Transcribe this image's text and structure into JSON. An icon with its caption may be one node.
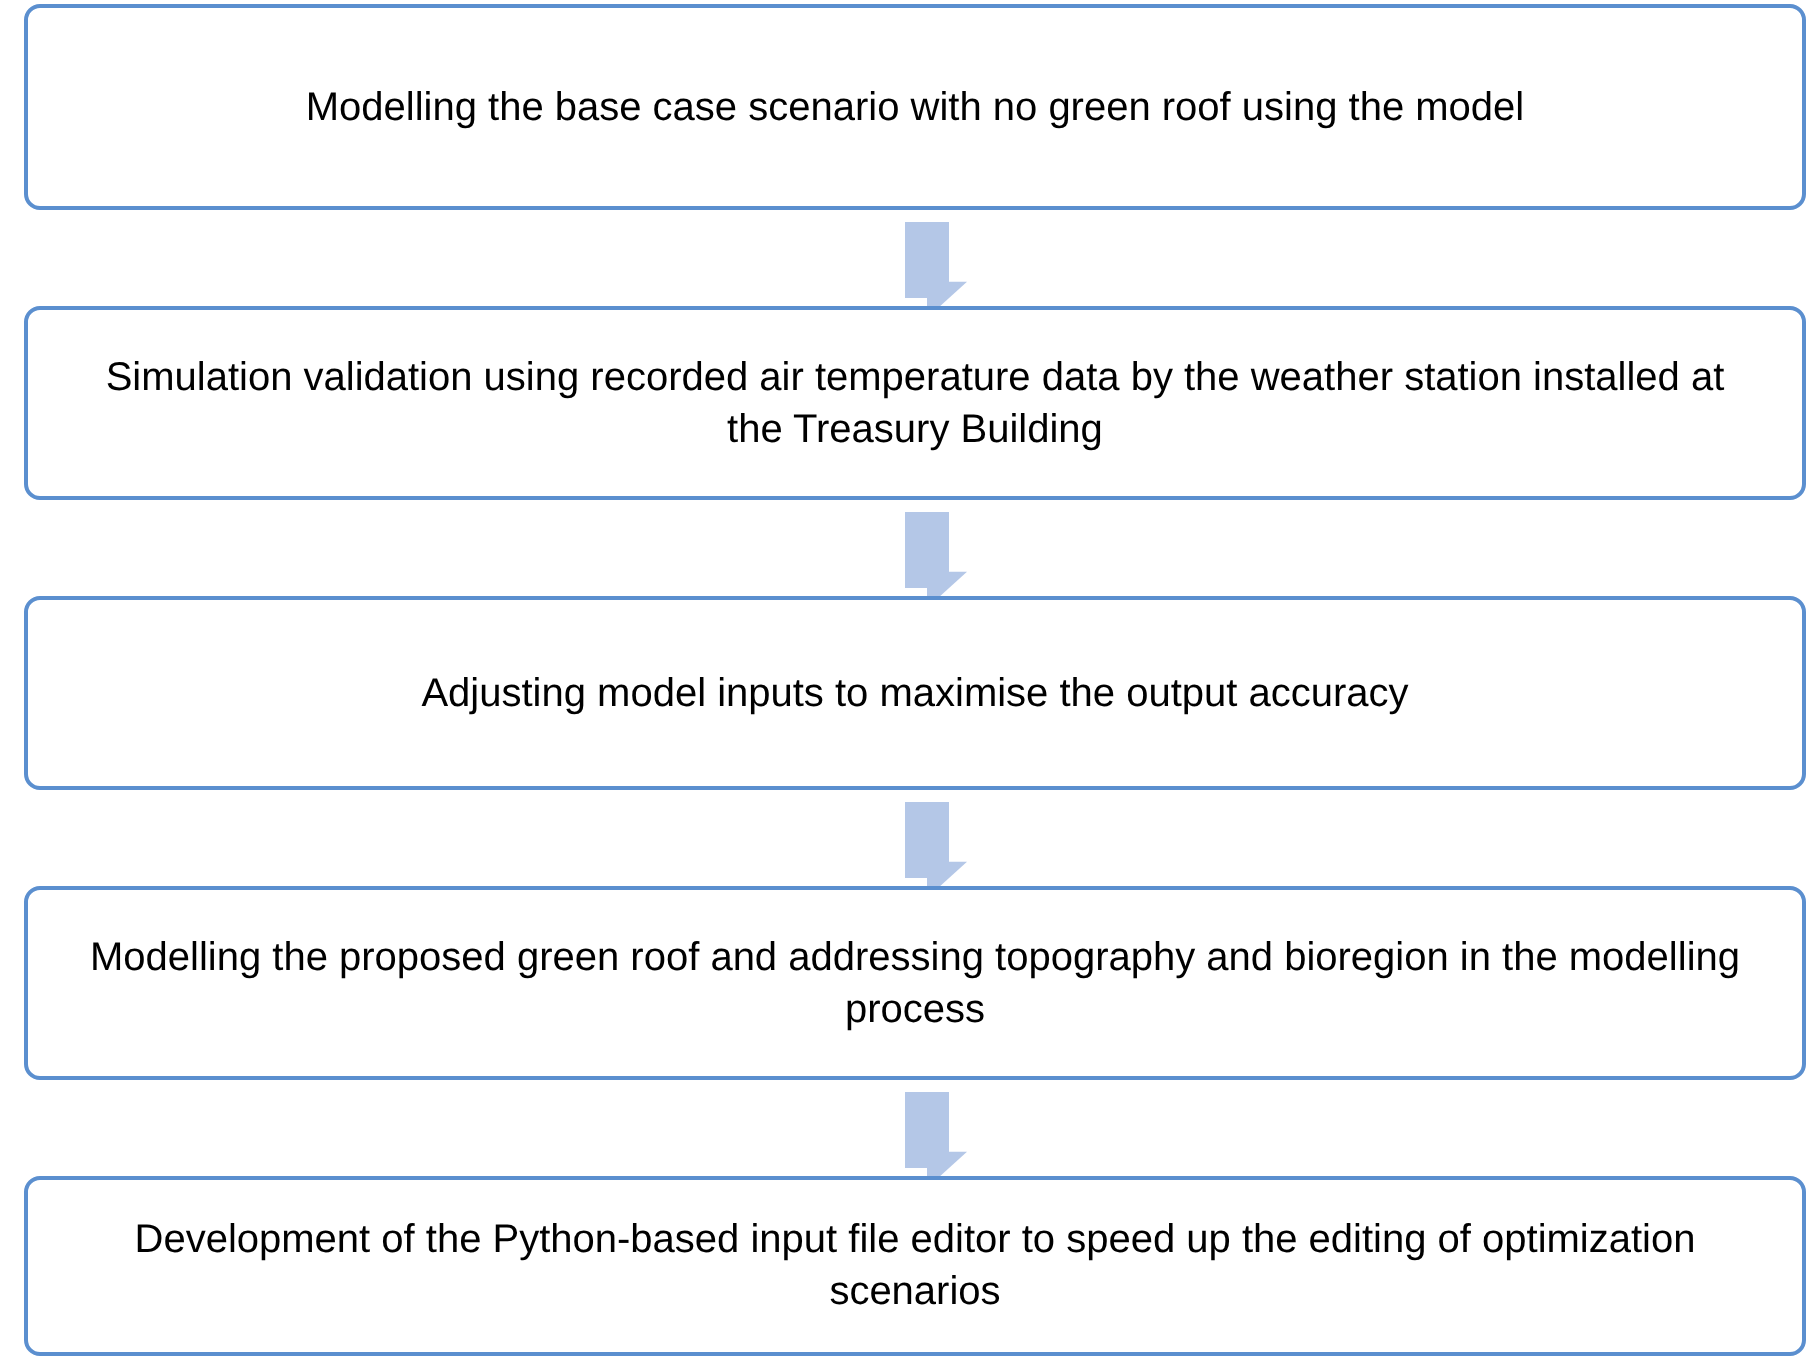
{
  "diagram": {
    "nodes": [
      {
        "text": [
          "Modelling the base case scenario with no green roof using the model"
        ]
      },
      {
        "text": [
          "Simulation validation using recorded air temperature data by the weather station installed at the Treasury Building"
        ]
      },
      {
        "text": [
          "Adjusting model inputs to maximise the output accuracy"
        ]
      },
      {
        "text": [
          "Modelling the proposed green roof and addressing topography and bioregion in the modelling process"
        ]
      },
      {
        "text": [
          "Development of the Python-based input file editor to speed up the editing of optimization scenarios"
        ]
      }
    ],
    "edges": [
      {
        "from": 0,
        "to": 1,
        "arrow": "to"
      },
      {
        "from": 1,
        "to": 2,
        "arrow": "to"
      },
      {
        "from": 2,
        "to": 3,
        "arrow": "to"
      },
      {
        "from": 3,
        "to": 4,
        "arrow": "to"
      }
    ]
  }
}
